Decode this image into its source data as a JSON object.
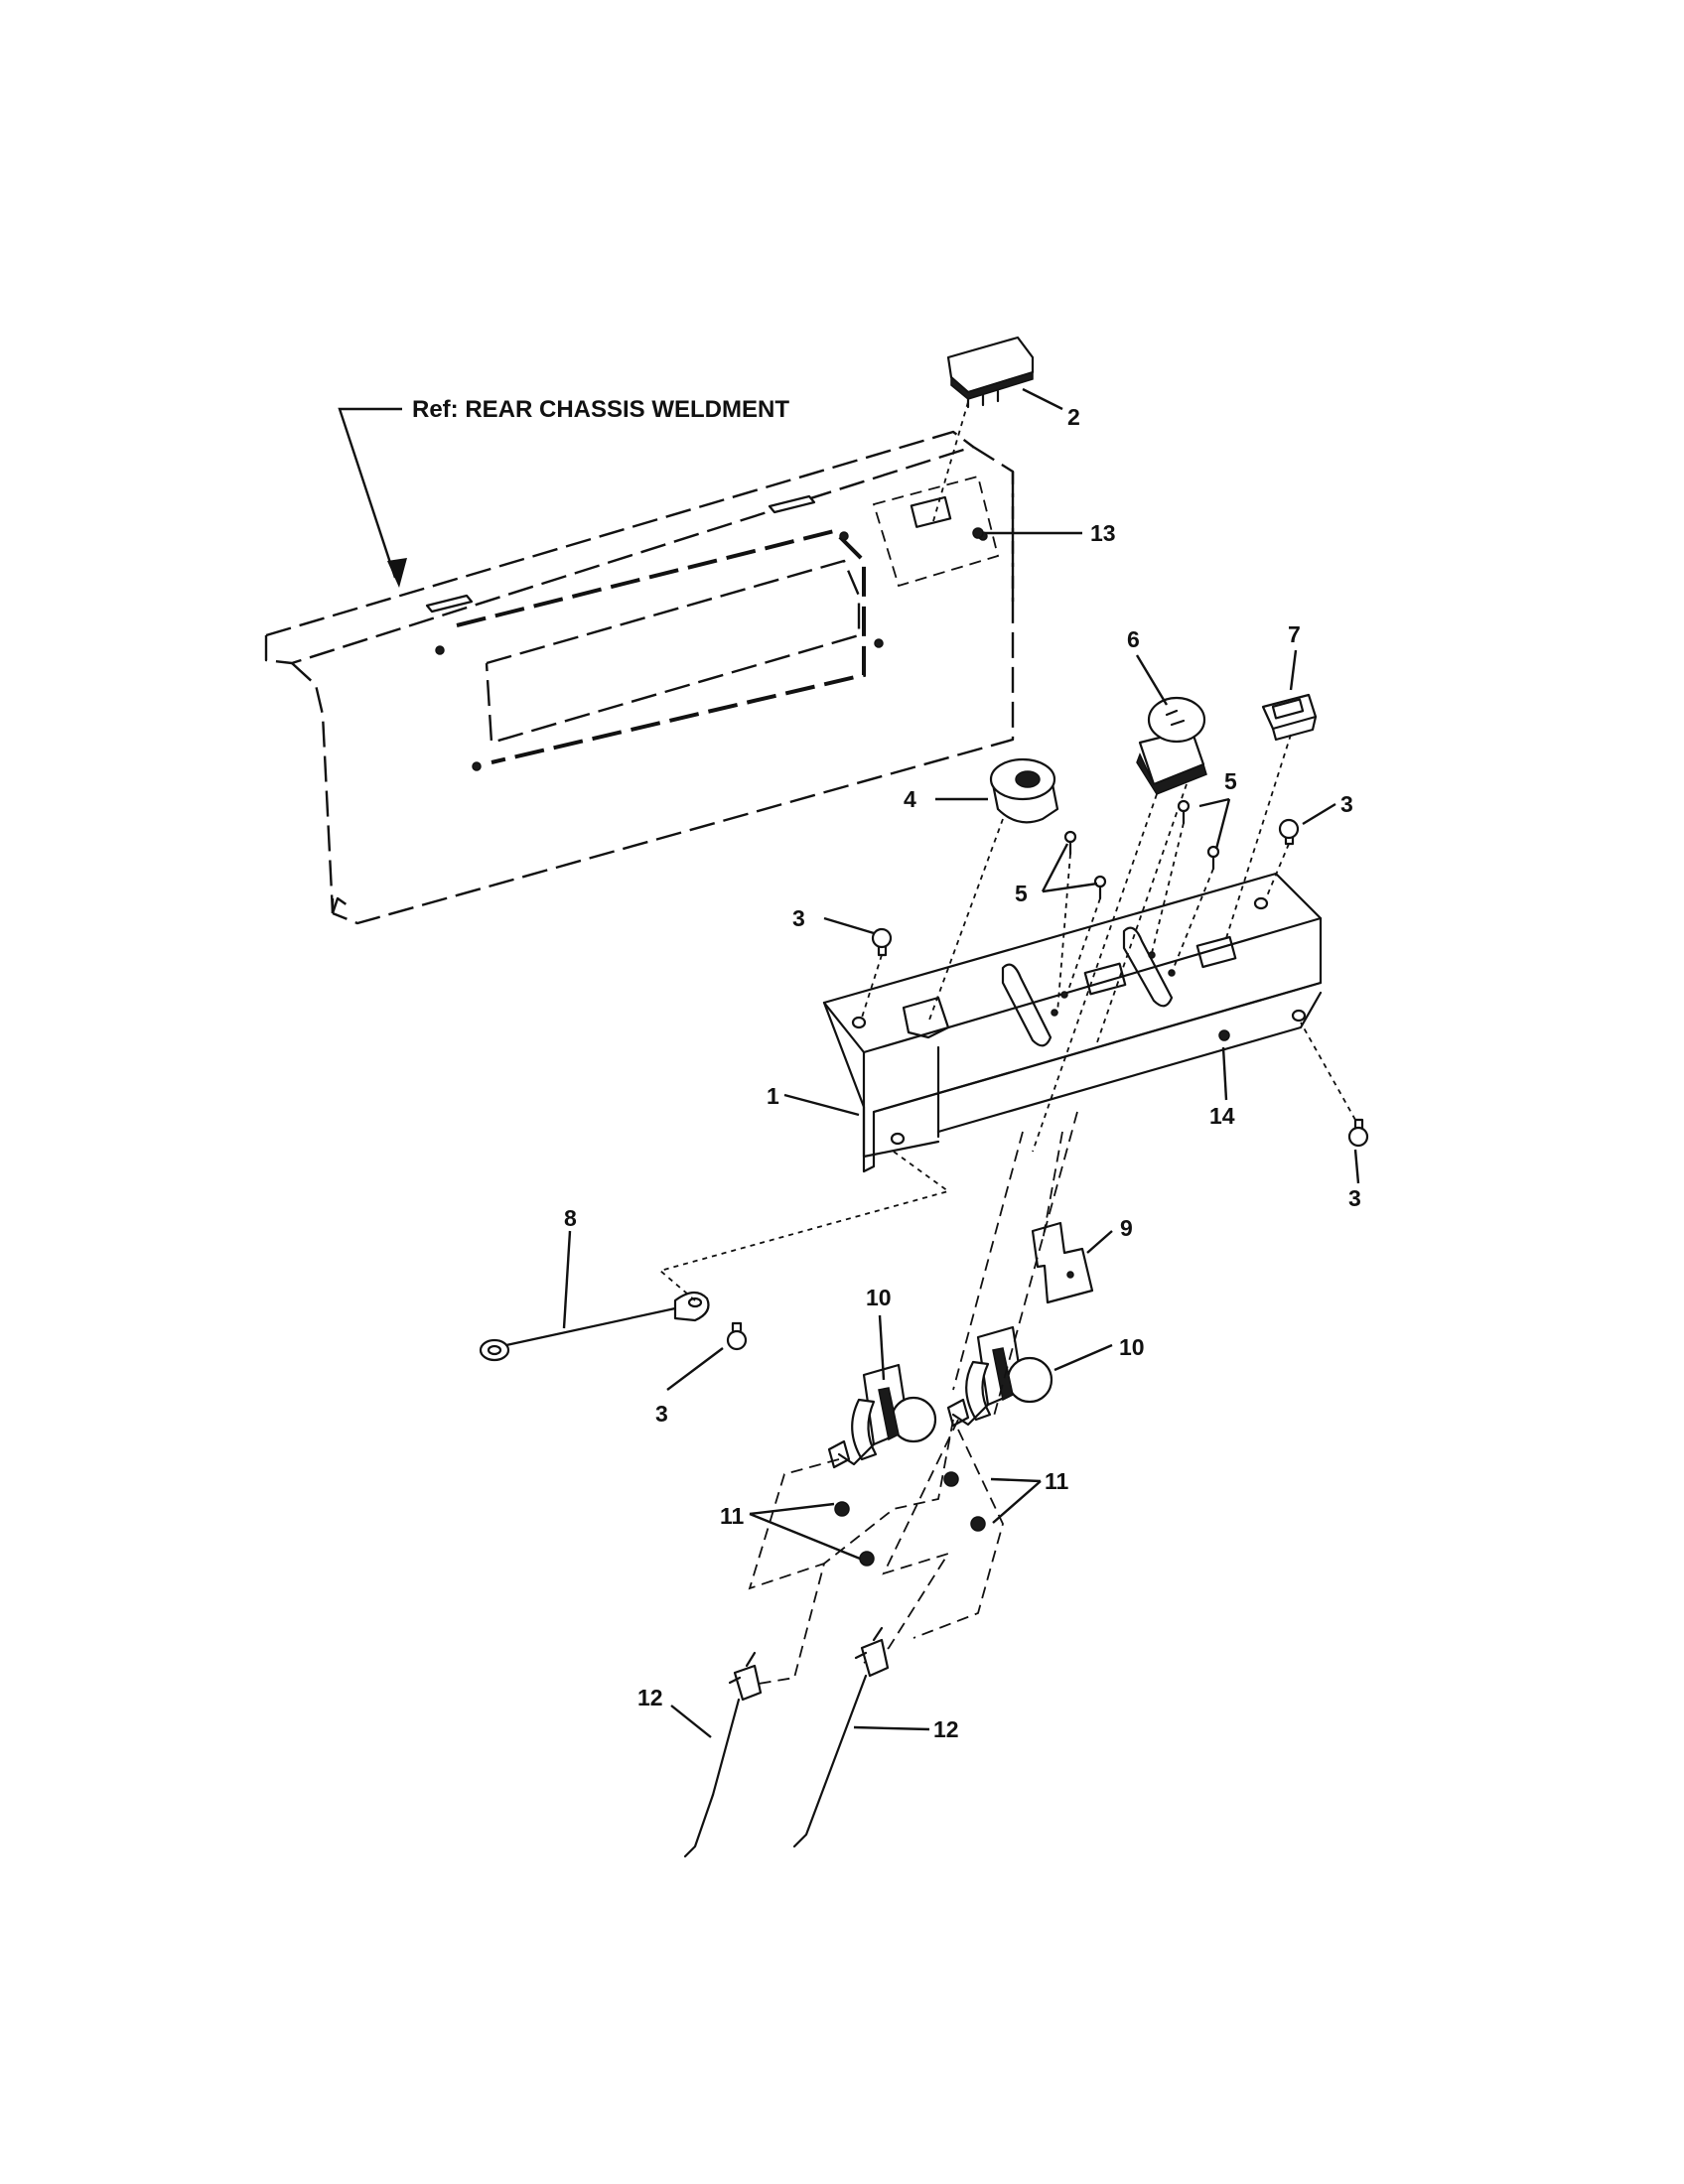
{
  "reference_label": "Ref: REAR CHASSIS WELDMENT",
  "callouts": [
    {
      "key": "c1",
      "text": "1"
    },
    {
      "key": "c2",
      "text": "2"
    },
    {
      "key": "c3a",
      "text": "3"
    },
    {
      "key": "c3b",
      "text": "3"
    },
    {
      "key": "c3c",
      "text": "3"
    },
    {
      "key": "c3d",
      "text": "3"
    },
    {
      "key": "c4",
      "text": "4"
    },
    {
      "key": "c5a",
      "text": "5"
    },
    {
      "key": "c5b",
      "text": "5"
    },
    {
      "key": "c6",
      "text": "6"
    },
    {
      "key": "c7",
      "text": "7"
    },
    {
      "key": "c8",
      "text": "8"
    },
    {
      "key": "c9",
      "text": "9"
    },
    {
      "key": "c10a",
      "text": "10"
    },
    {
      "key": "c10b",
      "text": "10"
    },
    {
      "key": "c11a",
      "text": "11"
    },
    {
      "key": "c11b",
      "text": "11"
    },
    {
      "key": "c12a",
      "text": "12"
    },
    {
      "key": "c12b",
      "text": "12"
    },
    {
      "key": "c13",
      "text": "13"
    },
    {
      "key": "c14",
      "text": "14"
    }
  ]
}
